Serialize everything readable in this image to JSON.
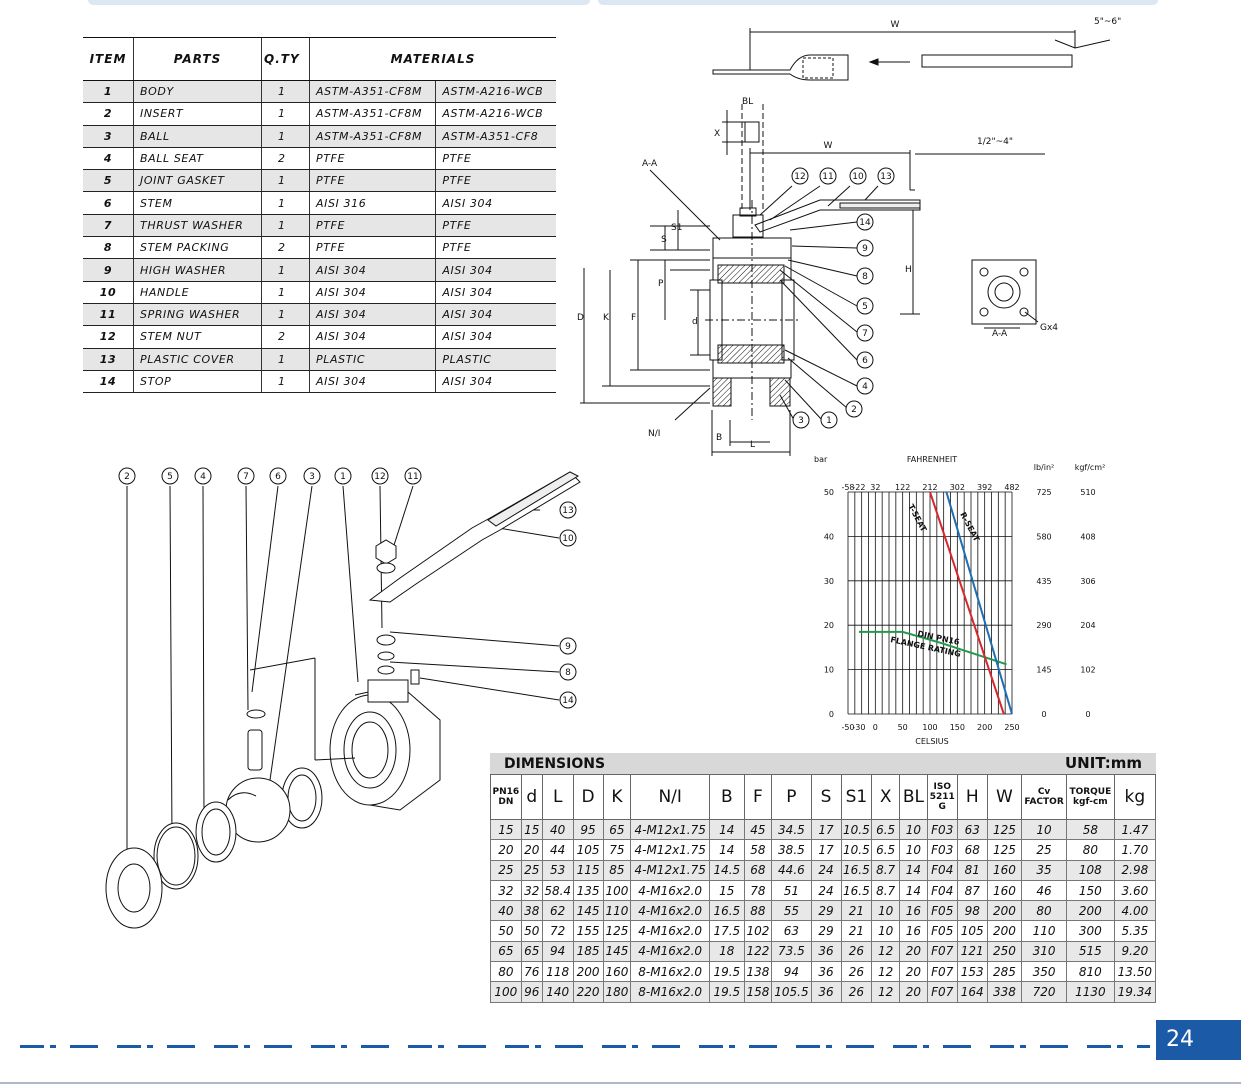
{
  "parts_table": {
    "headers": [
      "ITEM",
      "PARTS",
      "Q.TY",
      "MATERIALS"
    ],
    "rows": [
      {
        "item": "1",
        "part": "BODY",
        "qty": "1",
        "mat1": "ASTM-A351-CF8M",
        "mat2": "ASTM-A216-WCB"
      },
      {
        "item": "2",
        "part": "INSERT",
        "qty": "1",
        "mat1": "ASTM-A351-CF8M",
        "mat2": "ASTM-A216-WCB"
      },
      {
        "item": "3",
        "part": "BALL",
        "qty": "1",
        "mat1": "ASTM-A351-CF8M",
        "mat2": "ASTM-A351-CF8"
      },
      {
        "item": "4",
        "part": "BALL SEAT",
        "qty": "2",
        "mat1": "PTFE",
        "mat2": "PTFE"
      },
      {
        "item": "5",
        "part": "JOINT GASKET",
        "qty": "1",
        "mat1": "PTFE",
        "mat2": "PTFE"
      },
      {
        "item": "6",
        "part": "STEM",
        "qty": "1",
        "mat1": "AISI 316",
        "mat2": "AISI 304"
      },
      {
        "item": "7",
        "part": "THRUST WASHER",
        "qty": "1",
        "mat1": "PTFE",
        "mat2": "PTFE"
      },
      {
        "item": "8",
        "part": "STEM PACKING",
        "qty": "2",
        "mat1": "PTFE",
        "mat2": "PTFE"
      },
      {
        "item": "9",
        "part": "HIGH WASHER",
        "qty": "1",
        "mat1": "AISI 304",
        "mat2": "AISI 304"
      },
      {
        "item": "10",
        "part": "HANDLE",
        "qty": "1",
        "mat1": "AISI 304",
        "mat2": "AISI 304"
      },
      {
        "item": "11",
        "part": "SPRING WASHER",
        "qty": "1",
        "mat1": "AISI 304",
        "mat2": "AISI 304"
      },
      {
        "item": "12",
        "part": "STEM NUT",
        "qty": "2",
        "mat1": "AISI 304",
        "mat2": "AISI 304"
      },
      {
        "item": "13",
        "part": "PLASTIC COVER",
        "qty": "1",
        "mat1": "PLASTIC",
        "mat2": "PLASTIC"
      },
      {
        "item": "14",
        "part": "STOP",
        "qty": "1",
        "mat1": "AISI 304",
        "mat2": "AISI 304"
      }
    ]
  },
  "drawing_labels": {
    "w": "W",
    "range_5_6": "5\"~6\"",
    "range_half_4": "1/2\"~4\"",
    "bl": "BL",
    "x": "X",
    "aa": "A-A",
    "s": "S",
    "s1": "S1",
    "p": "P",
    "d_small": "d",
    "f": "F",
    "k": "K",
    "d_big": "D",
    "h": "H",
    "ni": "N/I",
    "b": "B",
    "l": "L",
    "gx4": "Gx4",
    "callouts": [
      "12",
      "11",
      "10",
      "13",
      "14",
      "9",
      "8",
      "5",
      "7",
      "6",
      "4",
      "2",
      "1",
      "3"
    ]
  },
  "exploded_labels": {
    "top": [
      "2",
      "5",
      "4",
      "7",
      "6",
      "3",
      "1",
      "12",
      "11"
    ],
    "right": [
      "13",
      "10",
      "9",
      "8",
      "14"
    ]
  },
  "pt_chart": {
    "left_unit": "bar",
    "top_unit": "FAHRENHEIT",
    "top_ticks": [
      "-58",
      "-22",
      "32",
      "122",
      "212",
      "302",
      "392",
      "482"
    ],
    "right_units": [
      "lb/in²",
      "kgf/cm²"
    ],
    "bottom_unit": "CELSIUS",
    "bottom_ticks": [
      "-50",
      "-30",
      "0",
      "50",
      "100",
      "150",
      "200",
      "250"
    ],
    "bar_ticks": [
      "50",
      "40",
      "30",
      "20",
      "10",
      "0"
    ],
    "psi_ticks": [
      "725",
      "580",
      "435",
      "290",
      "145",
      "0"
    ],
    "kgf_ticks": [
      "510",
      "408",
      "306",
      "204",
      "102",
      "0"
    ],
    "curve_labels": [
      "T-SEAT",
      "R-SEAT",
      "DIN PN16",
      "FLANGE RATING"
    ],
    "colors": {
      "t_seat": "#d7272c",
      "r_seat": "#1b6fb5",
      "flange": "#1f9a4a"
    }
  },
  "dimensions": {
    "title": "DIMENSIONS",
    "unit": "UNIT:mm",
    "headers": [
      "PN16 DN",
      "d",
      "L",
      "D",
      "K",
      "N/I",
      "B",
      "F",
      "P",
      "S",
      "S1",
      "X",
      "BL",
      "ISO 5211 G",
      "H",
      "W",
      "Cv FACTOR",
      "TORQUE kgf-cm",
      "kg"
    ],
    "rows": [
      [
        "15",
        "15",
        "40",
        "95",
        "65",
        "4-M12x1.75",
        "14",
        "45",
        "34.5",
        "17",
        "10.5",
        "6.5",
        "10",
        "F03",
        "63",
        "125",
        "10",
        "58",
        "1.47"
      ],
      [
        "20",
        "20",
        "44",
        "105",
        "75",
        "4-M12x1.75",
        "14",
        "58",
        "38.5",
        "17",
        "10.5",
        "6.5",
        "10",
        "F03",
        "68",
        "125",
        "25",
        "80",
        "1.70"
      ],
      [
        "25",
        "25",
        "53",
        "115",
        "85",
        "4-M12x1.75",
        "14.5",
        "68",
        "44.6",
        "24",
        "16.5",
        "8.7",
        "14",
        "F04",
        "81",
        "160",
        "35",
        "108",
        "2.98"
      ],
      [
        "32",
        "32",
        "58.4",
        "135",
        "100",
        "4-M16x2.0",
        "15",
        "78",
        "51",
        "24",
        "16.5",
        "8.7",
        "14",
        "F04",
        "87",
        "160",
        "46",
        "150",
        "3.60"
      ],
      [
        "40",
        "38",
        "62",
        "145",
        "110",
        "4-M16x2.0",
        "16.5",
        "88",
        "55",
        "29",
        "21",
        "10",
        "16",
        "F05",
        "98",
        "200",
        "80",
        "200",
        "4.00"
      ],
      [
        "50",
        "50",
        "72",
        "155",
        "125",
        "4-M16x2.0",
        "17.5",
        "102",
        "63",
        "29",
        "21",
        "10",
        "16",
        "F05",
        "105",
        "200",
        "110",
        "300",
        "5.35"
      ],
      [
        "65",
        "65",
        "94",
        "185",
        "145",
        "4-M16x2.0",
        "18",
        "122",
        "73.5",
        "36",
        "26",
        "12",
        "20",
        "F07",
        "121",
        "250",
        "310",
        "515",
        "9.20"
      ],
      [
        "80",
        "76",
        "118",
        "200",
        "160",
        "8-M16x2.0",
        "19.5",
        "138",
        "94",
        "36",
        "26",
        "12",
        "20",
        "F07",
        "153",
        "285",
        "350",
        "810",
        "13.50"
      ],
      [
        "100",
        "96",
        "140",
        "220",
        "180",
        "8-M16x2.0",
        "19.5",
        "158",
        "105.5",
        "36",
        "26",
        "12",
        "20",
        "F07",
        "164",
        "338",
        "720",
        "1130",
        "19.34"
      ]
    ]
  },
  "footer": {
    "page_number": "24"
  }
}
